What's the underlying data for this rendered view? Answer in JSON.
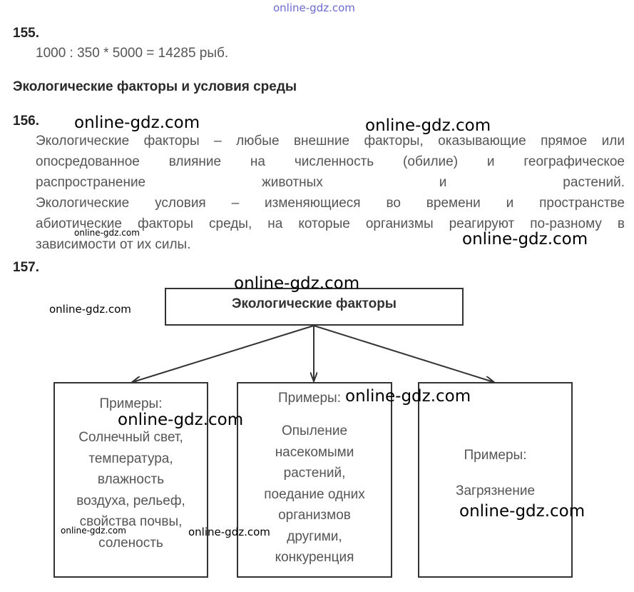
{
  "watermarks": {
    "top": "online-gdz.com",
    "w1": "online-gdz.com",
    "w2": "online-gdz.com",
    "w3": "online-gdz.com",
    "w4": "online-gdz.com",
    "w5": "online-gdz.com",
    "w6": "online-gdz.com",
    "w7": "online-gdz.com",
    "w8": "online-gdz.com",
    "w9": "online-gdz.com",
    "w10": "online-gdz.com",
    "w11": "online-gdz.com"
  },
  "task155": {
    "number": "155.",
    "formula": "1000 : 350 * 5000 = 14285 рыб."
  },
  "section_heading": "Экологические факторы и условия среды",
  "task156": {
    "number": "156.",
    "lines": [
      "Экологические факторы – любые внешние факторы, оказывающие прямое или",
      "опосредованное влияние на численность (обилие) и географическое",
      "распространение животных и растений.",
      "Экологические условия – изменяющиеся во времени и пространстве",
      "абиотические факторы среды, на которые организмы реагируют по-разному в",
      "зависимости от их силы."
    ]
  },
  "task157": {
    "number": "157.",
    "diagram": {
      "root": "Экологические факторы",
      "left": {
        "title": "Примеры:",
        "lines": [
          "Солнечный свет,",
          "температура,",
          "влажность",
          "воздуха, рельеф,",
          "свойства почвы,",
          "соленость"
        ]
      },
      "middle": {
        "title": "Примеры:",
        "lines": [
          "Опыление",
          "насекомыми",
          "растений,",
          "поедание одних",
          "организмов",
          "другими,",
          "конкуренция"
        ]
      },
      "right": {
        "title": "Примеры:",
        "lines": [
          "Загрязнение"
        ]
      }
    }
  }
}
